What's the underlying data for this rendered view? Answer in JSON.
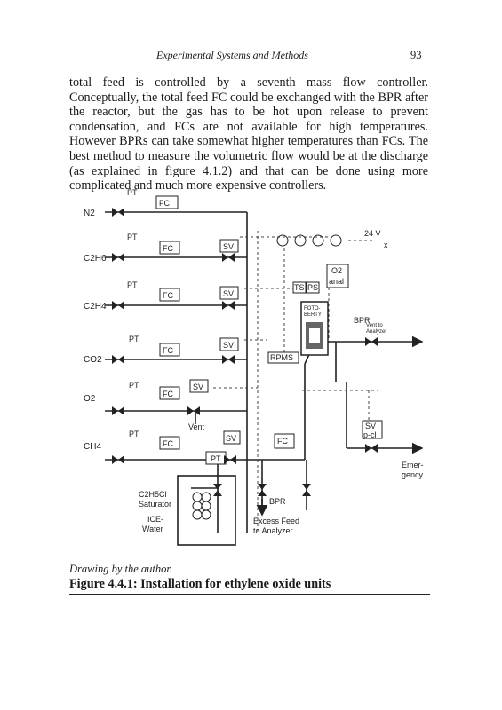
{
  "header": {
    "running_head": "Experimental Systems and Methods",
    "page_number": "93"
  },
  "body": {
    "paragraph": "total feed is controlled by a seventh mass flow controller. Conceptually, the total feed FC could be exchanged with the BPR after the reactor, but the gas has to be hot upon release to prevent condensation, and FCs are not available for high temperatures. However BPRs can take somewhat higher temperatures than FCs. The best method to measure the volumetric flow would be at the discharge (as explained in figure 4.1.2) and that can be done using more complicated and much more expensive controllers."
  },
  "figure": {
    "gas_lines": [
      {
        "name": "N2",
        "pt": "PT",
        "fc": "FC"
      },
      {
        "name": "C2H6",
        "pt": "PT",
        "fc": "FC",
        "sv": "SV"
      },
      {
        "name": "C2H4",
        "pt": "PT",
        "fc": "FC",
        "sv": "SV"
      },
      {
        "name": "CO2",
        "pt": "PT",
        "fc": "FC",
        "sv": "SV"
      },
      {
        "name": "O2",
        "pt": "PT",
        "fc": "FC",
        "sv": "SV"
      },
      {
        "name": "CH4",
        "pt": "PT",
        "fc": "FC",
        "sv": "SV"
      }
    ],
    "labels": {
      "vent": "Vent",
      "pt_after": "PT",
      "fc_total": "FC",
      "voltage": "24 V",
      "x_mark": "x",
      "o2_analyzer_line1": "O2",
      "o2_analyzer_line2": "anal",
      "ts": "TS",
      "ps": "PS",
      "reactor_line1": "FOTO-",
      "reactor_line2": "BERTY",
      "rpms": "RPMS",
      "bpr_right": "BPR",
      "vent_to_line1": "Vent to",
      "vent_to_line2": "Analyzer",
      "emergency_line1": "Emer-",
      "emergency_line2": "gency",
      "sv_emergency_line1": "SV",
      "sv_emergency_line2": "p-cl",
      "saturator_line1": "C2H5Cl",
      "saturator_line2": "Saturator",
      "ice_line1": "ICE-",
      "ice_line2": "Water",
      "bpr_bottom": "BPR",
      "excess_line1": "Excess Feed",
      "excess_line2": "to Analyzer"
    },
    "source": "Drawing by the author.",
    "caption": "Figure 4.4.1: Installation for ethylene oxide units"
  }
}
